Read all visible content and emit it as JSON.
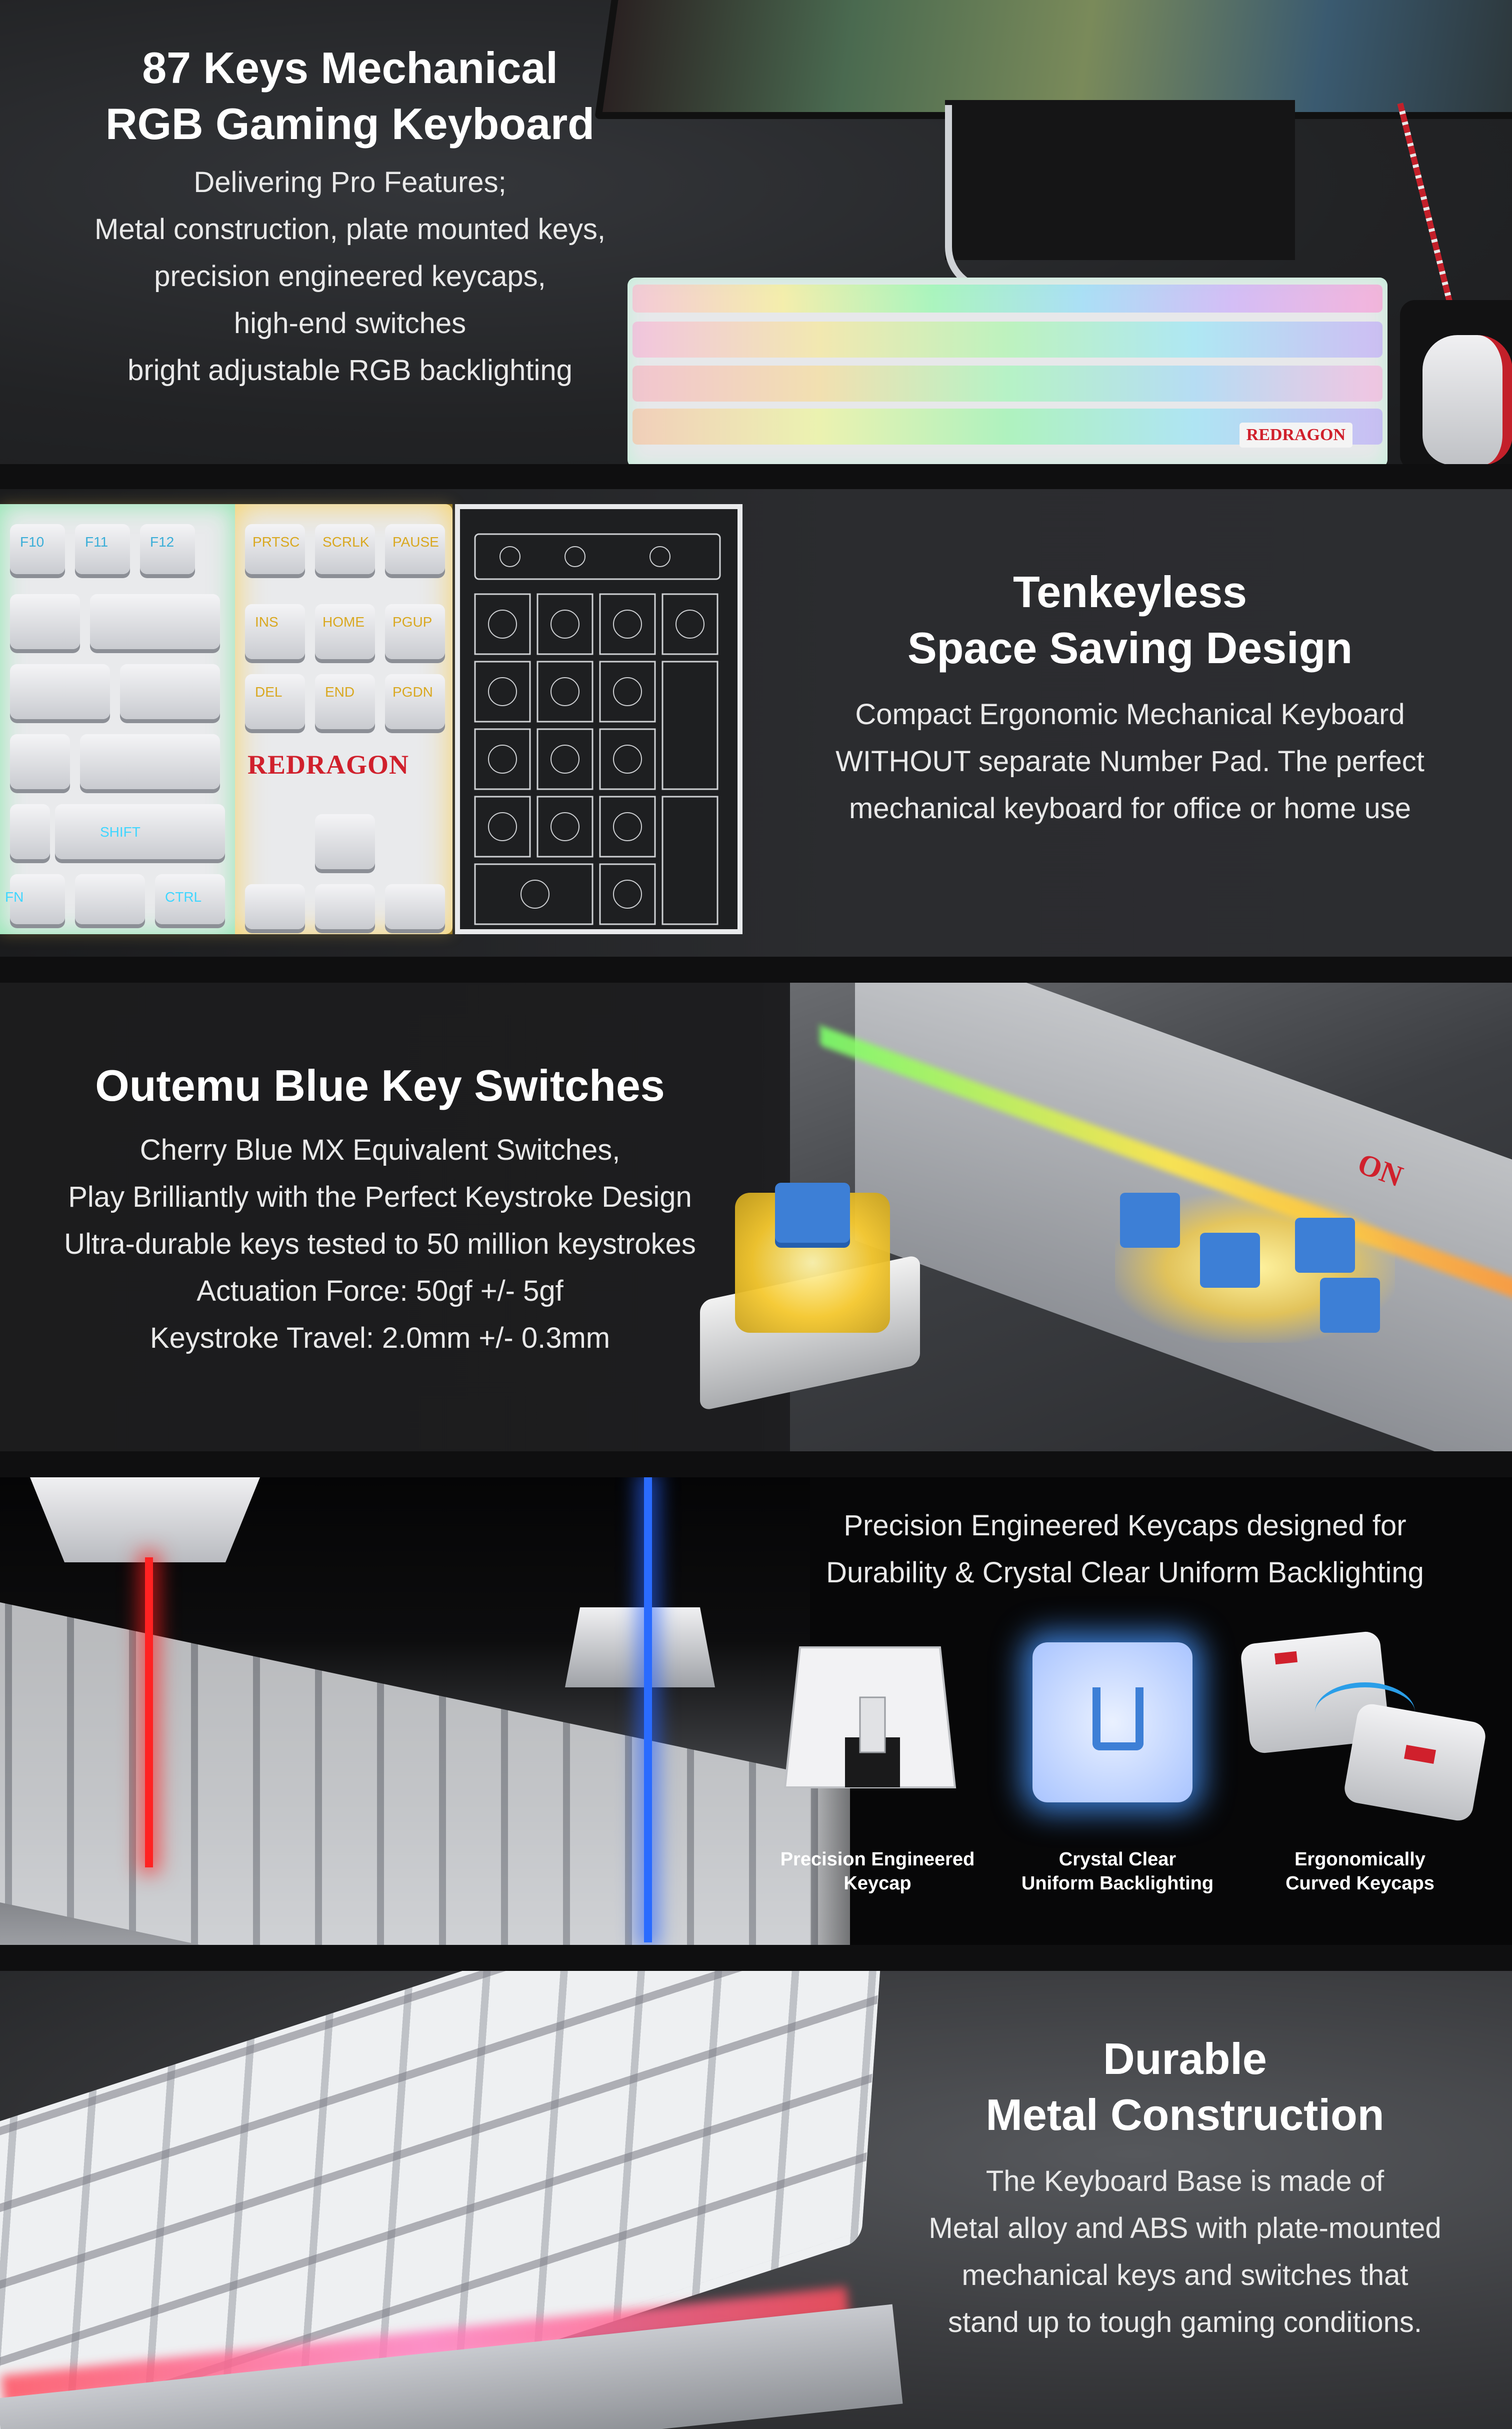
{
  "sections": {
    "hero": {
      "title_line1": "87 Keys Mechanical",
      "title_line2": "RGB Gaming Keyboard",
      "lines": [
        "Delivering Pro Features;",
        "Metal construction, plate mounted keys,",
        "precision engineered keycaps,",
        "high-end switches",
        "bright adjustable RGB backlighting"
      ],
      "brand_label": "REDRAGON"
    },
    "tenkeyless": {
      "title_line1": "Tenkeyless",
      "title_line2": "Space Saving Design",
      "lines": [
        "Compact Ergonomic Mechanical Keyboard",
        "WITHOUT separate Number Pad. The perfect",
        "mechanical keyboard for office or home use"
      ],
      "brand_label": "REDRAGON",
      "key_labels": [
        "F10",
        "F11",
        "F12",
        "PRTSC",
        "SCRLK",
        "PAUSE",
        "INS",
        "HOME",
        "PGUP",
        "DEL",
        "END",
        "PGDN",
        "SHIFT",
        "FN",
        "CTRL"
      ]
    },
    "switches": {
      "title": "Outemu Blue Key Switches",
      "lines": [
        "Cherry Blue MX Equivalent Switches,",
        "Play Brilliantly with the Perfect Keystroke Design",
        "Ultra-durable keys tested to 50 million keystrokes",
        "Actuation Force: 50gf +/- 5gf",
        "Keystroke Travel: 2.0mm +/- 0.3mm"
      ]
    },
    "keycaps": {
      "intro_line1": "Precision Engineered Keycaps designed for",
      "intro_line2": "Durability & Crystal Clear Uniform Backlighting",
      "features": [
        {
          "line1": "Precision Engineered",
          "line2": "Keycap",
          "icon": "keycap-cutaway-icon"
        },
        {
          "line1": "Crystal Clear",
          "line2": "Uniform Backlighting",
          "icon": "backlit-keycap-icon"
        },
        {
          "line1": "Ergonomically",
          "line2": "Curved Keycaps",
          "icon": "curved-keycap-icon"
        }
      ]
    },
    "metal": {
      "title_line1": "Durable",
      "title_line2": "Metal Construction",
      "lines": [
        "The Keyboard Base is made of",
        "Metal alloy and ABS with plate-mounted",
        "mechanical keys and switches that",
        "stand up to tough gaming conditions."
      ]
    }
  },
  "colors": {
    "panel_dark": "#232426",
    "separator": "#0f0f10",
    "rgb_green": "#37e06a",
    "rgb_yellow": "#ffcf3a",
    "rgb_cyan": "#3fd6ff",
    "laser_red": "#ff2222",
    "laser_blue": "#2a6bff",
    "brand_red": "#d0202c",
    "switch_blue": "#3d7fd6"
  }
}
